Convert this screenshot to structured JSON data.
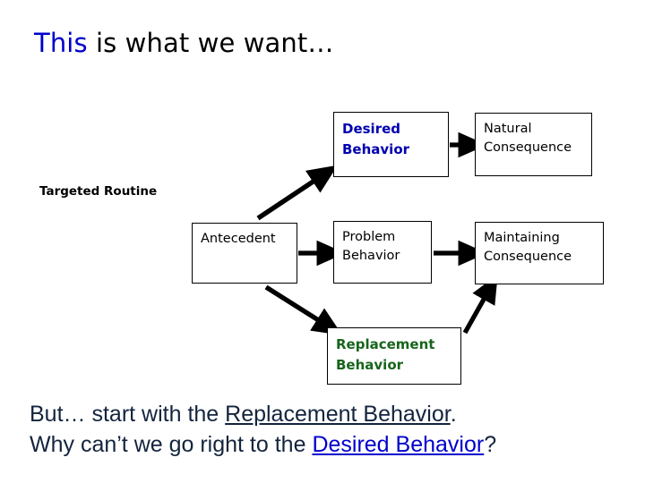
{
  "slide": {
    "title": {
      "highlight": "This",
      "rest": " is what we want…"
    },
    "label_targeted_routine": "Targeted Routine",
    "boxes": [
      {
        "key": "desired",
        "text": "Desired\nBehavior",
        "color": "#0000b0",
        "bold": true
      },
      {
        "key": "natural",
        "text": "Natural\nConsequence",
        "color": "#000000",
        "bold": false
      },
      {
        "key": "antecedent",
        "text": "Antecedent",
        "color": "#000000",
        "bold": false
      },
      {
        "key": "problem",
        "text": "Problem\nBehavior",
        "color": "#000000",
        "bold": false
      },
      {
        "key": "maintaining",
        "text": "Maintaining\nConsequence",
        "color": "#000000",
        "bold": false
      },
      {
        "key": "replacement",
        "text": "Replacement\nBehavior",
        "color": "#17651c",
        "bold": true
      }
    ],
    "caption": {
      "line1_a": "But… start with the ",
      "line1_u": "Replacement Behavior",
      "line1_b": ".",
      "line2_a": "Why can’t we go right to the ",
      "line2_u": "Desired Behavior",
      "line2_b": "?"
    },
    "colors": {
      "title_highlight": "#0000cc",
      "desired_blue": "#0000b0",
      "replacement_green": "#17651c",
      "caption_text": "#13243d",
      "caption_link_blue": "#0000cc",
      "box_border": "#000000",
      "arrow": "#000000",
      "background": "#ffffff"
    },
    "arrows": [
      {
        "name": "desired-to-natural",
        "from": "desired",
        "to": "natural",
        "direction": "right"
      },
      {
        "name": "antecedent-to-problem",
        "from": "antecedent",
        "to": "problem",
        "direction": "right"
      },
      {
        "name": "problem-to-maintaining",
        "from": "problem",
        "to": "maintaining",
        "direction": "right"
      },
      {
        "name": "antecedent-to-desired",
        "from": "antecedent",
        "to": "desired",
        "direction": "up-right"
      },
      {
        "name": "antecedent-to-replacement",
        "from": "antecedent",
        "to": "replacement",
        "direction": "down-right"
      },
      {
        "name": "replacement-to-maintaining",
        "from": "replacement",
        "to": "maintaining",
        "direction": "up-right"
      }
    ]
  }
}
